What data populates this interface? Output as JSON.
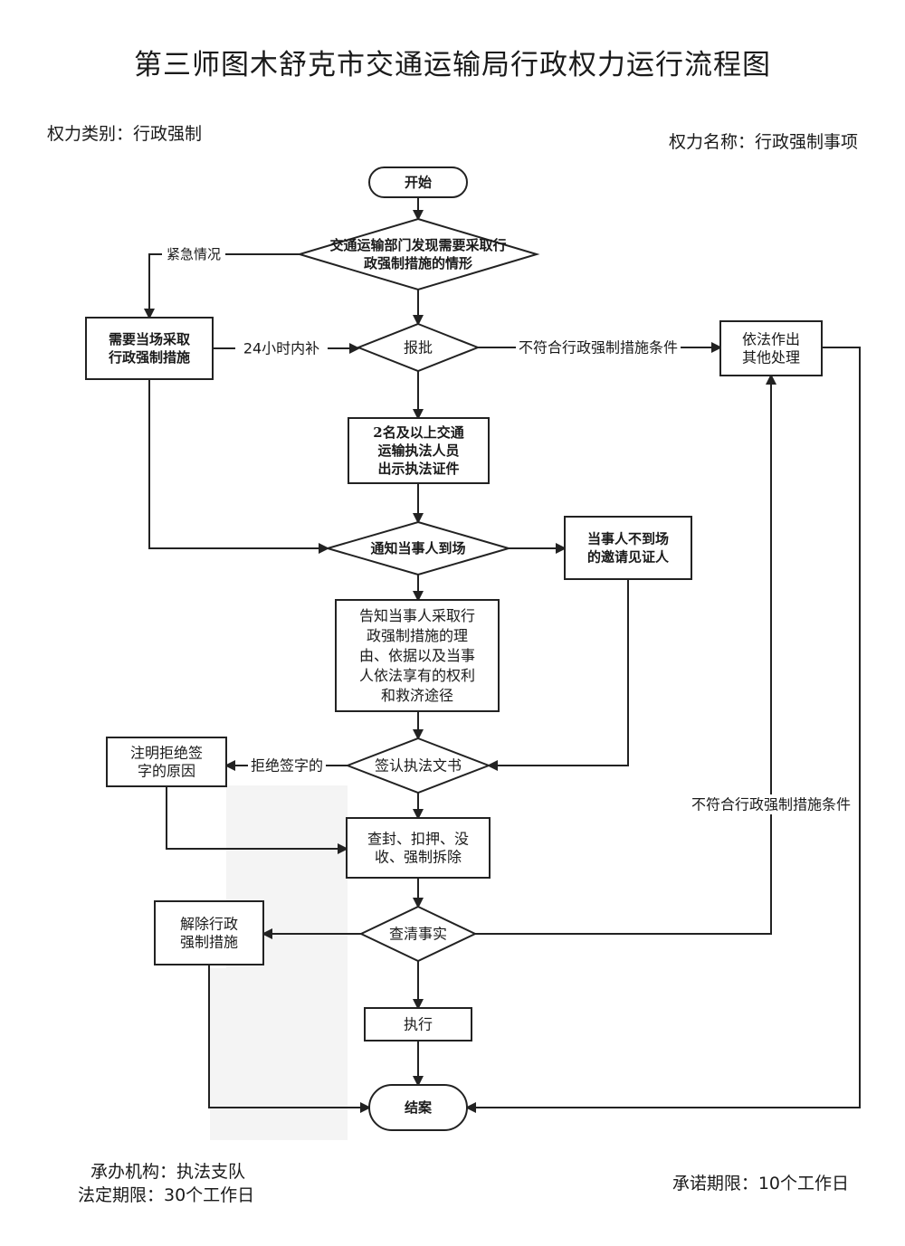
{
  "title": "第三师图木舒克市交通运输局行政权力运行流程图",
  "meta": {
    "category": "权力类别：行政强制",
    "name": "权力名称：行政强制事项",
    "agency": "承办机构：执法支队",
    "legal_limit": "法定期限：30个工作日",
    "promised_limit": "承诺期限：10个工作日"
  },
  "colors": {
    "stroke": "#222222",
    "fill": "#ffffff",
    "shade": "#f4f4f4"
  },
  "nodes": {
    "start": [
      "开始"
    ],
    "discover": [
      "交通运输部门发现需要采取行",
      "政强制措施的情形"
    ],
    "onsite": [
      "需要当场采取",
      "行政强制措施"
    ],
    "report": [
      "报批"
    ],
    "other": [
      "依法作出",
      "其他处理"
    ],
    "officers": [
      "2名及以上交通",
      "运输执法人员",
      "出示执法证件"
    ],
    "notify": [
      "通知当事人到场"
    ],
    "witness": [
      "当事人不到场",
      "的邀请见证人"
    ],
    "inform": [
      "告知当事人采取行",
      "政强制措施的理",
      "由、依据以及当事",
      "人依法享有的权利",
      "和救济途径"
    ],
    "refuse_note": [
      "注明拒绝签",
      "字的原因"
    ],
    "sign": [
      "签认执法文书"
    ],
    "seize": [
      "查封、扣押、没",
      "收、强制拆除"
    ],
    "investigate": [
      "查清事实"
    ],
    "lift": [
      "解除行政",
      "强制措施"
    ],
    "execute": [
      "执行"
    ],
    "close": [
      "结案"
    ]
  },
  "edge_labels": {
    "emergency": "紧急情况",
    "within24": "24小时内补",
    "not_meet_1": "不符合行政强制措施条件",
    "refuse": "拒绝签字的",
    "not_meet_2": "不符合行政强制措施条件"
  }
}
